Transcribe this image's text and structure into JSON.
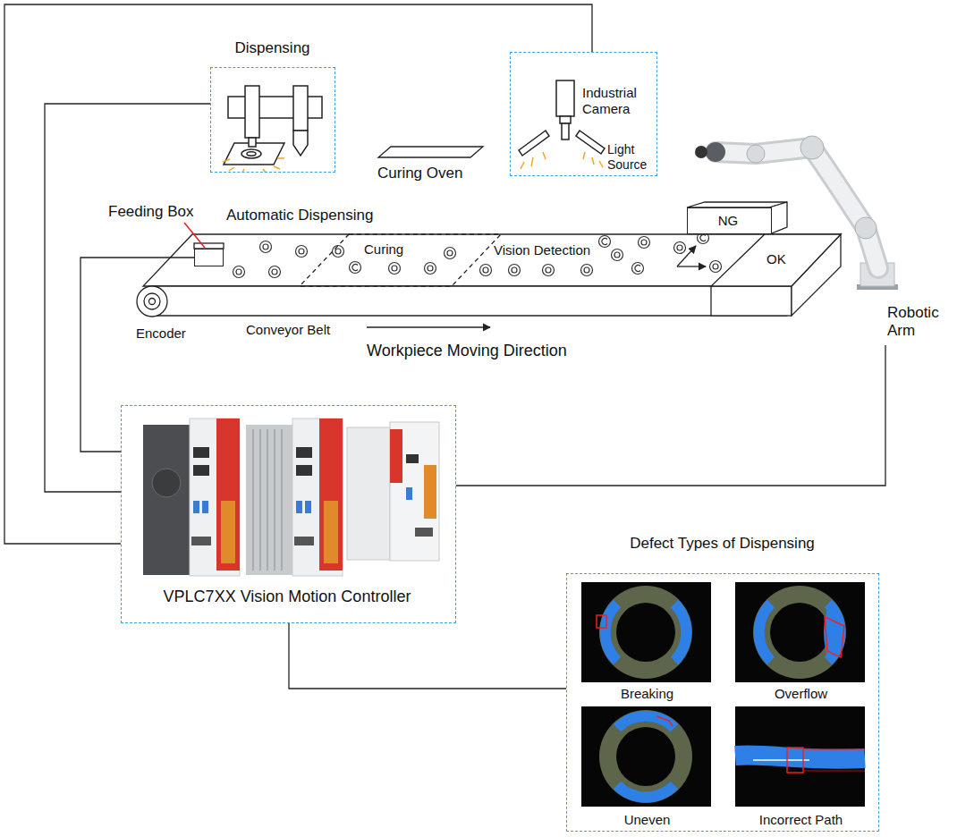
{
  "diagram": {
    "nodes": [
      {
        "text": [
          "Dispensing"
        ]
      },
      {
        "text": [
          "Industrial Camera",
          "Light Source"
        ]
      },
      {
        "text": [
          "Feeding Box"
        ]
      },
      {
        "text": [
          "Curing"
        ]
      },
      {
        "text": [
          "NG"
        ]
      },
      {
        "text": [
          "OK"
        ]
      },
      {
        "text": [
          "Robotic Arm"
        ]
      },
      {
        "text": [
          "VPLC7XX Vision Motion Controller"
        ]
      },
      {
        "text": [
          "Defect Types of Dispensing"
        ]
      },
      {
        "text": [
          "Breaking"
        ],
        "in": 8
      },
      {
        "text": [
          "Overflow"
        ],
        "in": 8
      },
      {
        "text": [
          "Uneven"
        ],
        "in": 8
      },
      {
        "text": [
          "Incorrect Path"
        ],
        "in": 8
      }
    ],
    "edges": [
      {
        "from": 7,
        "to": 2,
        "arrow": "none"
      },
      {
        "from": 7,
        "to": 0,
        "arrow": "none"
      },
      {
        "from": 7,
        "to": 1,
        "arrow": "none"
      },
      {
        "from": 7,
        "to": 6,
        "arrow": "none"
      },
      {
        "from": 7,
        "to": 8,
        "arrow": "none"
      }
    ],
    "labels": [
      "Curing Oven",
      "Automatic Dispensing",
      "Vision Detection",
      "Encoder",
      "Conveyor Belt",
      "Workpiece Moving Direction"
    ]
  }
}
